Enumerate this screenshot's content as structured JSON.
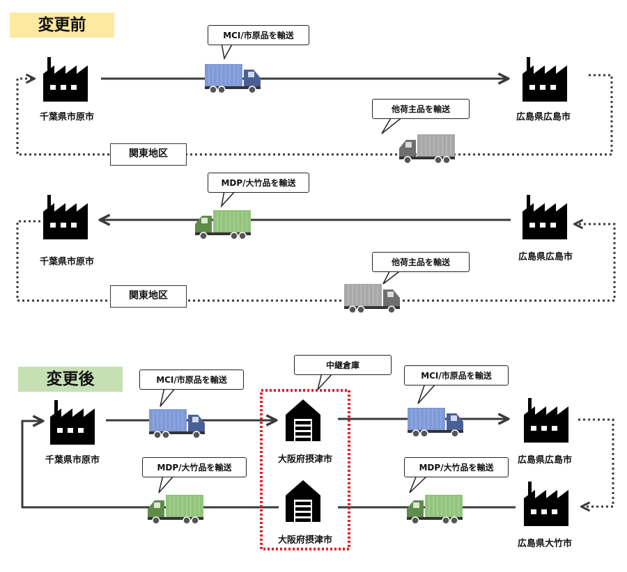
{
  "before": {
    "label": "変更前",
    "label_color": "#fde9a0",
    "row1": {
      "origin": "千葉県市原市",
      "destination": "広島県広島市",
      "main_cargo": "MCI/市原品を輸送",
      "return_cargo": "他荷主品を輸送",
      "return_region": "関東地区"
    },
    "row2": {
      "origin": "広島県広島市",
      "destination": "千葉県市原市",
      "main_cargo": "MDP/大竹品を輸送",
      "return_cargo": "他荷主品を輸送",
      "return_region": "関東地区"
    }
  },
  "after": {
    "label": "変更後",
    "label_color": "#c6e0b4",
    "relay_warehouse": "中継倉庫",
    "relay_city_top": "大阪府摂津市",
    "relay_city_bottom": "大阪府摂津市",
    "origin": "千葉県市原市",
    "destination_top": "広島県広島市",
    "destination_bottom": "広島県大竹市",
    "cargo_mci_left": "MCI/市原品を輸送",
    "cargo_mci_right": "MCI/市原品を輸送",
    "cargo_mdp_left": "MDP/大竹品を輸送",
    "cargo_mdp_right": "MDP/大竹品を輸送"
  },
  "colors": {
    "truck_blue": "#7f9ad8",
    "truck_green": "#93c47d",
    "truck_gray": "#9e9e9e",
    "relay_border": "#e0202a",
    "arrow": "#3a3a3a"
  },
  "icons": [
    "factory-icon",
    "warehouse-icon",
    "truck-icon"
  ]
}
